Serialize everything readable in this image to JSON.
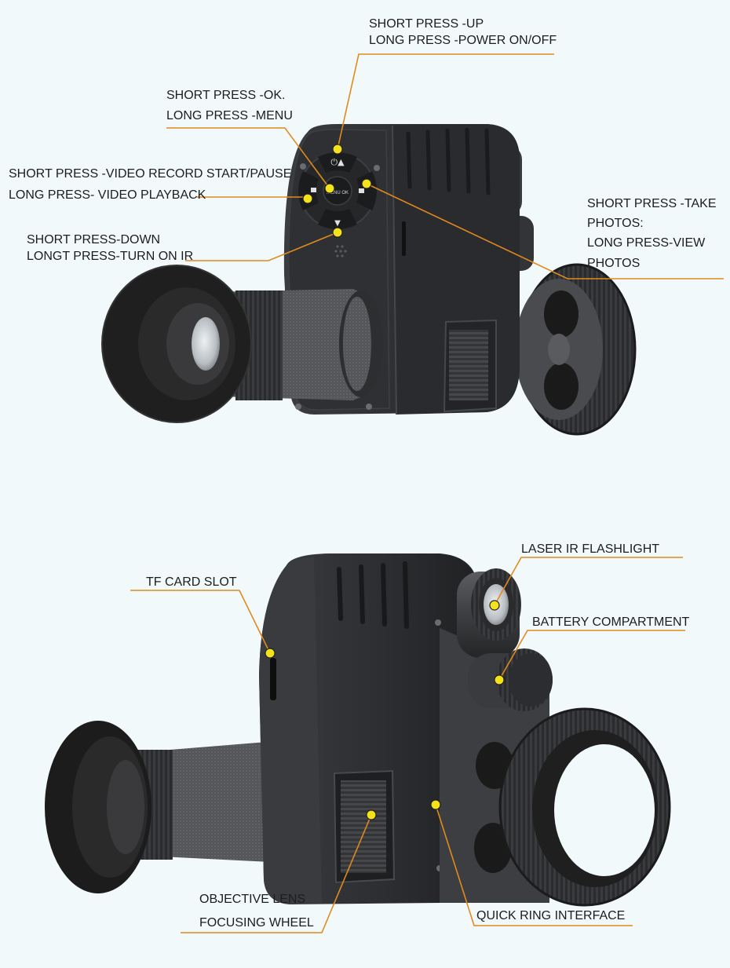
{
  "colors": {
    "background": "#f2f9fb",
    "callout_line": "#e08a1e",
    "callout_dot": "#f4e21a",
    "device_body": "#2f3033",
    "device_dark": "#1e1f21",
    "device_mid": "#4a4b4f",
    "rubber": "#262626",
    "lens_glass": "#cfd3d6"
  },
  "top_view": {
    "labels": {
      "up_short": "SHORT PRESS -UP",
      "up_long": "LONG PRESS -POWER ON/OFF",
      "ok_short": "SHORT PRESS -OK.",
      "ok_long": "LONG PRESS -MENU",
      "video_short": "SHORT PRESS -VIDEO RECORD START/PAUSE",
      "video_long": "LONG PRESS- VIDEO PLAYBACK",
      "down_short": "SHORT PRESS-DOWN",
      "down_long": "LONGT PRESS-TURN ON IR",
      "photo_1": "SHORT PRESS -TAKE",
      "photo_2": "PHOTOS:",
      "photo_3": "LONG PRESS-VIEW",
      "photo_4": "PHOTOS"
    },
    "button_glyphs": {
      "ok": "MENU OK"
    }
  },
  "bottom_view": {
    "labels": {
      "laser": "LASER IR FLASHLIGHT",
      "tf_card": "TF CARD SLOT",
      "battery": "BATTERY COMPARTMENT",
      "objective_1": "OBJECTIVE LENS",
      "objective_2": "FOCUSING WHEEL",
      "quick_ring": "QUICK RING INTERFACE"
    }
  }
}
